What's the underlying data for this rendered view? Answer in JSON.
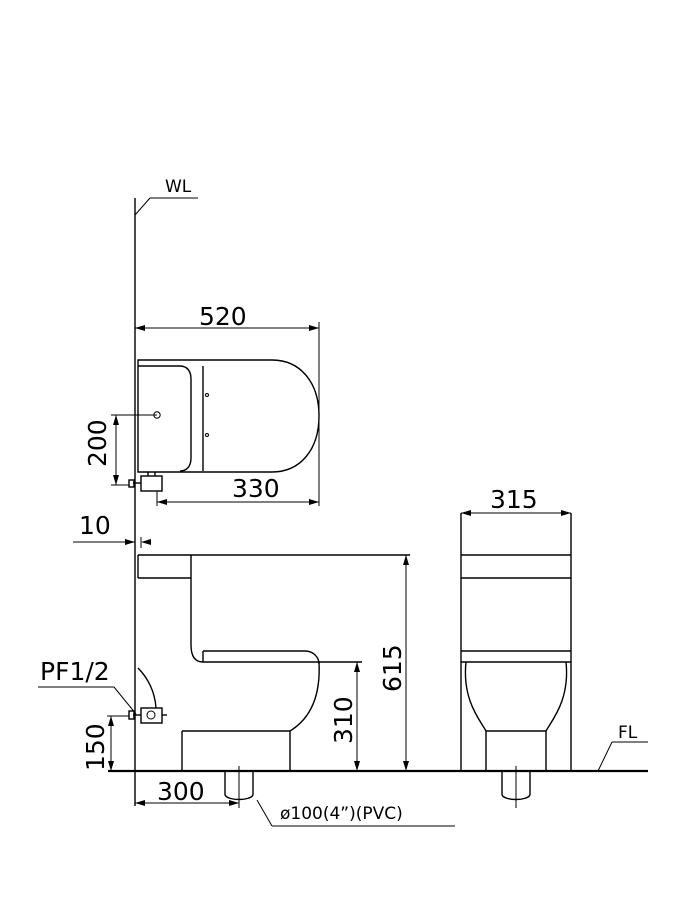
{
  "labels": {
    "wall_line": "WL",
    "floor_line": "FL",
    "dim_length": "520",
    "dim_outlet_height": "200",
    "dim_outlet_depth": "330",
    "dim_wall_gap": "10",
    "dim_width": "315",
    "dim_total_height": "615",
    "dim_seat_height": "310",
    "dim_inlet_size": "PF1/2",
    "dim_inlet_height": "150",
    "dim_rough_in": "300",
    "drain_spec": "ø100(4”)(PVC)"
  }
}
